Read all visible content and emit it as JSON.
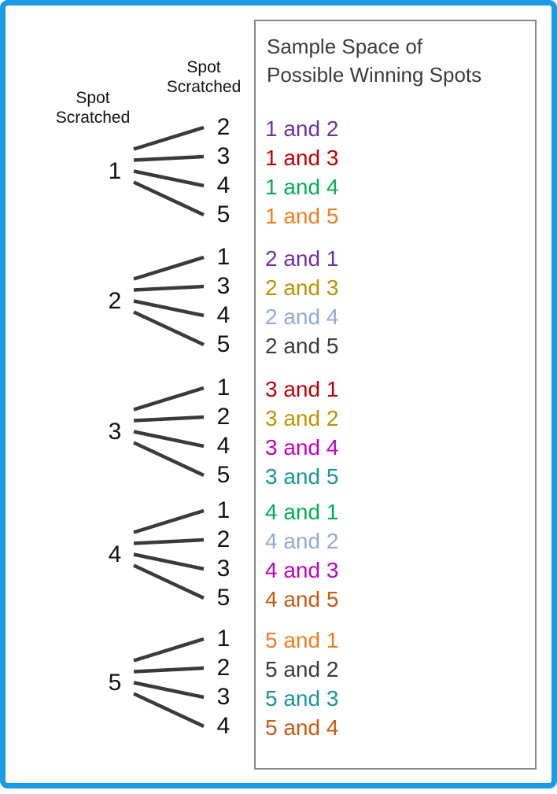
{
  "header": {
    "first": [
      "Spot",
      "Scratched"
    ],
    "second": [
      "Spot",
      "Scratched"
    ]
  },
  "box_title": [
    "Sample Space of",
    "Possible Winning Spots"
  ],
  "groups": [
    {
      "first": "1",
      "seconds": [
        "2",
        "3",
        "4",
        "5"
      ],
      "outcomes": [
        {
          "text": "1 and 2",
          "color": "#7030a0"
        },
        {
          "text": "1 and 3",
          "color": "#c00000"
        },
        {
          "text": "1 and 4",
          "color": "#00b050"
        },
        {
          "text": "1 and 5",
          "color": "#f47b20"
        }
      ]
    },
    {
      "first": "2",
      "seconds": [
        "1",
        "3",
        "4",
        "5"
      ],
      "outcomes": [
        {
          "text": "2 and 1",
          "color": "#7030a0"
        },
        {
          "text": "2 and 3",
          "color": "#bf9000"
        },
        {
          "text": "2 and 4",
          "color": "#8eaadb"
        },
        {
          "text": "2 and 5",
          "color": "#3a3a3a"
        }
      ]
    },
    {
      "first": "3",
      "seconds": [
        "1",
        "2",
        "4",
        "5"
      ],
      "outcomes": [
        {
          "text": "3 and 1",
          "color": "#c00000"
        },
        {
          "text": "3 and 2",
          "color": "#bf9000"
        },
        {
          "text": "3 and 4",
          "color": "#c000c0"
        },
        {
          "text": "3 and 5",
          "color": "#17959a"
        }
      ]
    },
    {
      "first": "4",
      "seconds": [
        "1",
        "2",
        "3",
        "5"
      ],
      "outcomes": [
        {
          "text": "4 and 1",
          "color": "#00b050"
        },
        {
          "text": "4 and 2",
          "color": "#8eaadb"
        },
        {
          "text": "4 and 3",
          "color": "#c000c0"
        },
        {
          "text": "4 and 5",
          "color": "#c55a11"
        }
      ]
    },
    {
      "first": "5",
      "seconds": [
        "1",
        "2",
        "3",
        "4"
      ],
      "outcomes": [
        {
          "text": "5 and 1",
          "color": "#f47b20"
        },
        {
          "text": "5 and 2",
          "color": "#3a3a3a"
        },
        {
          "text": "5 and 3",
          "color": "#17959a"
        },
        {
          "text": "5 and 4",
          "color": "#c55a11"
        }
      ]
    }
  ],
  "colors": {
    "frame": "#1a9be6",
    "box_border": "#888888",
    "branch": "#3a3a3a"
  }
}
